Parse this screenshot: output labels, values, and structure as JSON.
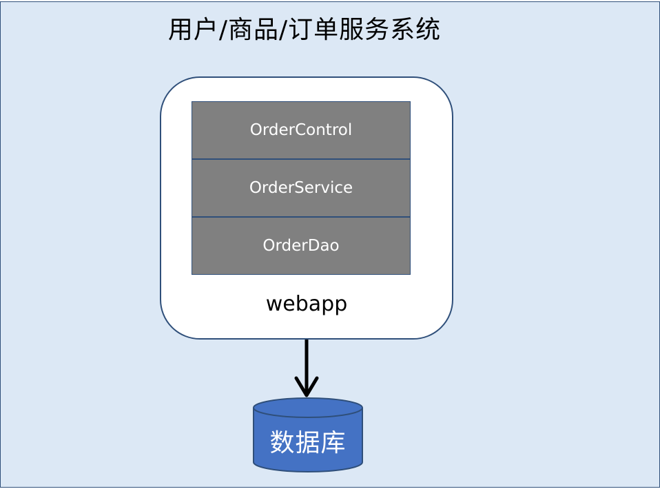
{
  "diagram": {
    "title": "用户/商品/订单服务系统",
    "container_label": "webapp",
    "layers": [
      "OrderControl",
      "OrderService",
      "OrderDao"
    ],
    "database_label": "数据库"
  },
  "colors": {
    "background": "#dce8f5",
    "border": "#2f4f7a",
    "layer_fill": "#808080",
    "database_fill": "#4472c4",
    "arrow": "#000000"
  },
  "icons": {
    "database": "database-cylinder-icon",
    "arrow": "arrow-down-icon"
  }
}
